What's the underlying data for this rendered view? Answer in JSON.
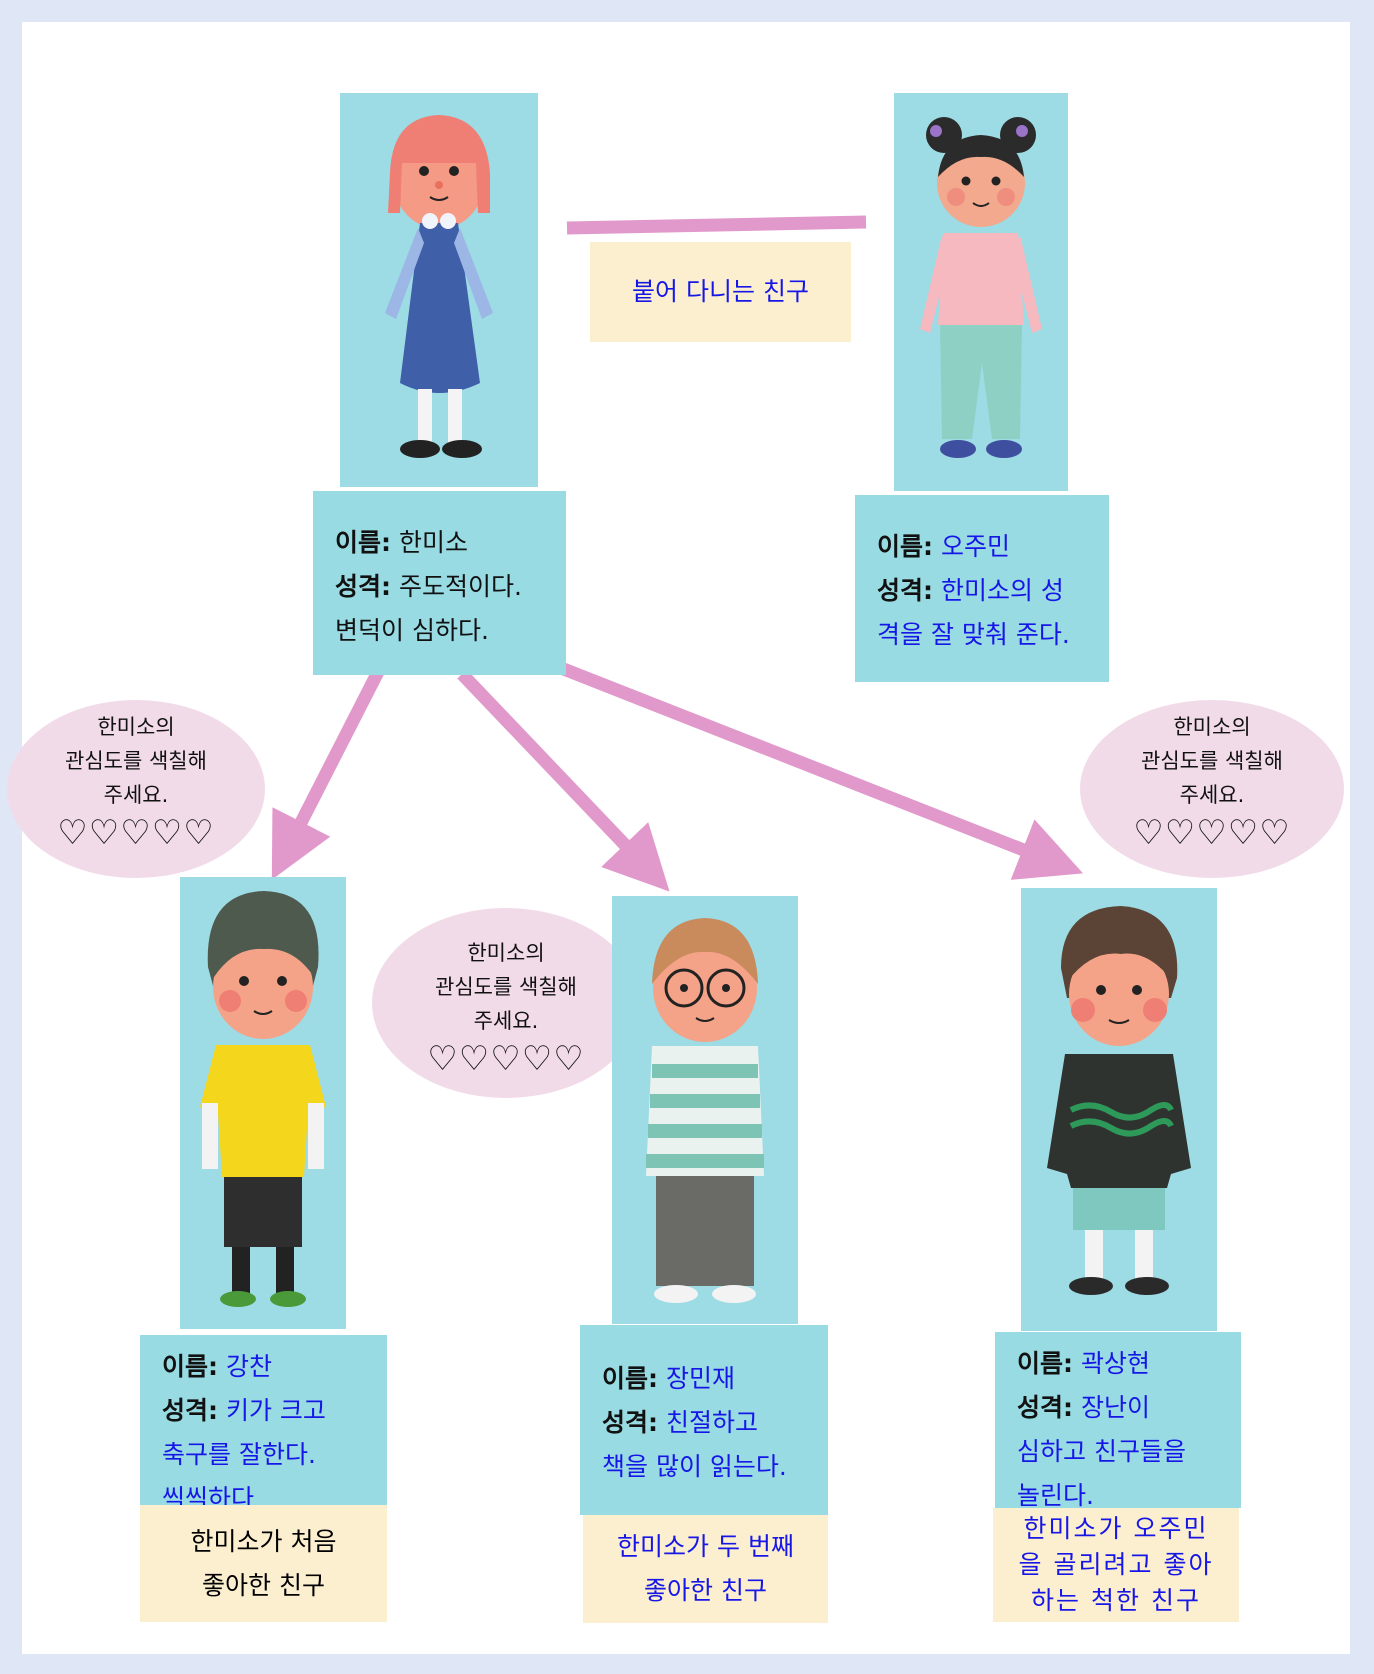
{
  "link_label": "붙어 다니는 친구",
  "bubble": {
    "line1": "한미소의",
    "line2": "관심도를 색칠해",
    "line3": "주세요.",
    "hearts": "♡♡♡♡♡"
  },
  "labels": {
    "name": "이름:",
    "personality": "성격:"
  },
  "main": {
    "name": "한미소",
    "personality_line1": "주도적이다.",
    "personality_line2": "변덕이 심하다."
  },
  "friend": {
    "name": "오주민",
    "personality_line1": "한미소의 성",
    "personality_line2": "격을 잘 맞춰 준다."
  },
  "boys": [
    {
      "name": "강찬",
      "personality_line1": "키가 크고",
      "personality_line2": "축구를 잘한다.",
      "personality_line3": "씩씩하다",
      "note_line1": "한미소가 처음",
      "note_line2": "좋아한 친구"
    },
    {
      "name": "장민재",
      "personality_line1": "친절하고",
      "personality_line2": "책을 많이 읽는다.",
      "note_line1": "한미소가 두 번째",
      "note_line2": "좋아한 친구"
    },
    {
      "name": "곽상현",
      "personality_line1": "장난이",
      "personality_line2": "심하고 친구들을",
      "personality_line3": "놀린다.",
      "note_line1": "한미소가 오주민",
      "note_line2": "을 골리려고 좋아",
      "note_line3": "하는 척한 친구"
    }
  ],
  "colors": {
    "frame": "#dfe6f6",
    "photo_bg": "#9ddbe5",
    "card_bg": "#98dbe3",
    "note_bg": "#fbefcf",
    "bubble_bg": "#f2dbe9",
    "arrow": "#e199cb",
    "filled_text": "#1616e6"
  }
}
